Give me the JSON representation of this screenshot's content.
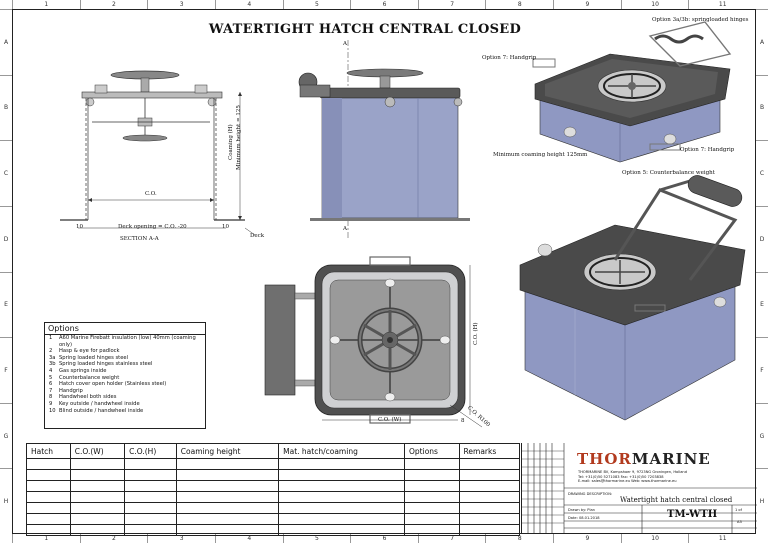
{
  "title": "WATERTIGHT HATCH CENTRAL CLOSED",
  "zones": {
    "columns": [
      "1",
      "2",
      "3",
      "4",
      "5",
      "6",
      "7",
      "8",
      "9",
      "10",
      "11"
    ],
    "rows": [
      "A",
      "B",
      "C",
      "D",
      "E",
      "F",
      "G",
      "H"
    ]
  },
  "section": {
    "co_label": "C.O.",
    "deck_opening": "Deck opening = C.O. -20",
    "dim_10_left": "10",
    "dim_10_right": "10",
    "deck_label": "Deck",
    "section_name": "SECTION A-A",
    "coaming_vertical": "Coaming (H)",
    "min_height_vertical": "Minimum height = 125"
  },
  "side_view": {
    "a_top": "A",
    "a_bottom": "A"
  },
  "top_view": {
    "co_w": "C.O. (W)",
    "co_h": "C.O. (H)",
    "corner_radius": "C.O. R100",
    "dim_8": "8"
  },
  "callouts": {
    "springloaded": "Option 3a/3b: springloaded hinges",
    "handgrip_top": "Option 7: Handgrip",
    "handgrip_right": "Option 7: Handgrip",
    "min_coaming": "Minimum coaming height 125mm",
    "counterbalance": "Option 5: Counterbalance weight"
  },
  "options": {
    "header": "Options",
    "items": [
      {
        "no": "1",
        "text": "A60 Marine Firebatt insulation (low) 40mm (coaming only)"
      },
      {
        "no": "2",
        "text": "Hasp & eye for padlock"
      },
      {
        "no": "3a",
        "text": "Spring loaded hinges steel"
      },
      {
        "no": "3b",
        "text": "Spring loaded hinges stainless steel"
      },
      {
        "no": "4",
        "text": "Gas springs inside"
      },
      {
        "no": "5",
        "text": "Counterbalance weight"
      },
      {
        "no": "6",
        "text": "Hatch cover open holder (Stainless steel)"
      },
      {
        "no": "7",
        "text": "Handgrip"
      },
      {
        "no": "8",
        "text": "Handwheel both sides"
      },
      {
        "no": "9",
        "text": "Key outside / handwheel inside"
      },
      {
        "no": "10",
        "text": "Blind outside / handwheel inside"
      }
    ]
  },
  "table": {
    "headers": [
      "Hatch",
      "C.O.(W)",
      "C.O.(H)",
      "Coaming height",
      "Mat. hatch/coaming",
      "Options",
      "Remarks"
    ]
  },
  "title_block": {
    "logo_a": "THOR",
    "logo_b": "MARINE",
    "address_lines": [
      "THORMARINE BV, Kampshoer 9,    9723NG Groningen, Holland",
      "Tel:   +31(0)50 5271083              Fax: +31(0)50 7203838",
      "E-mail: sales@thormarine.eu          Web: www.thormarine.eu"
    ],
    "drawing_description_label": "DRAWING DESCRIPTION:",
    "drawing_description": "Watertight hatch central closed",
    "drawn_by": "Drawn by: Plan",
    "date": "Date:    08.01.2018",
    "code": "TM-WTH",
    "sheet": "1 of",
    "size": "A3"
  }
}
